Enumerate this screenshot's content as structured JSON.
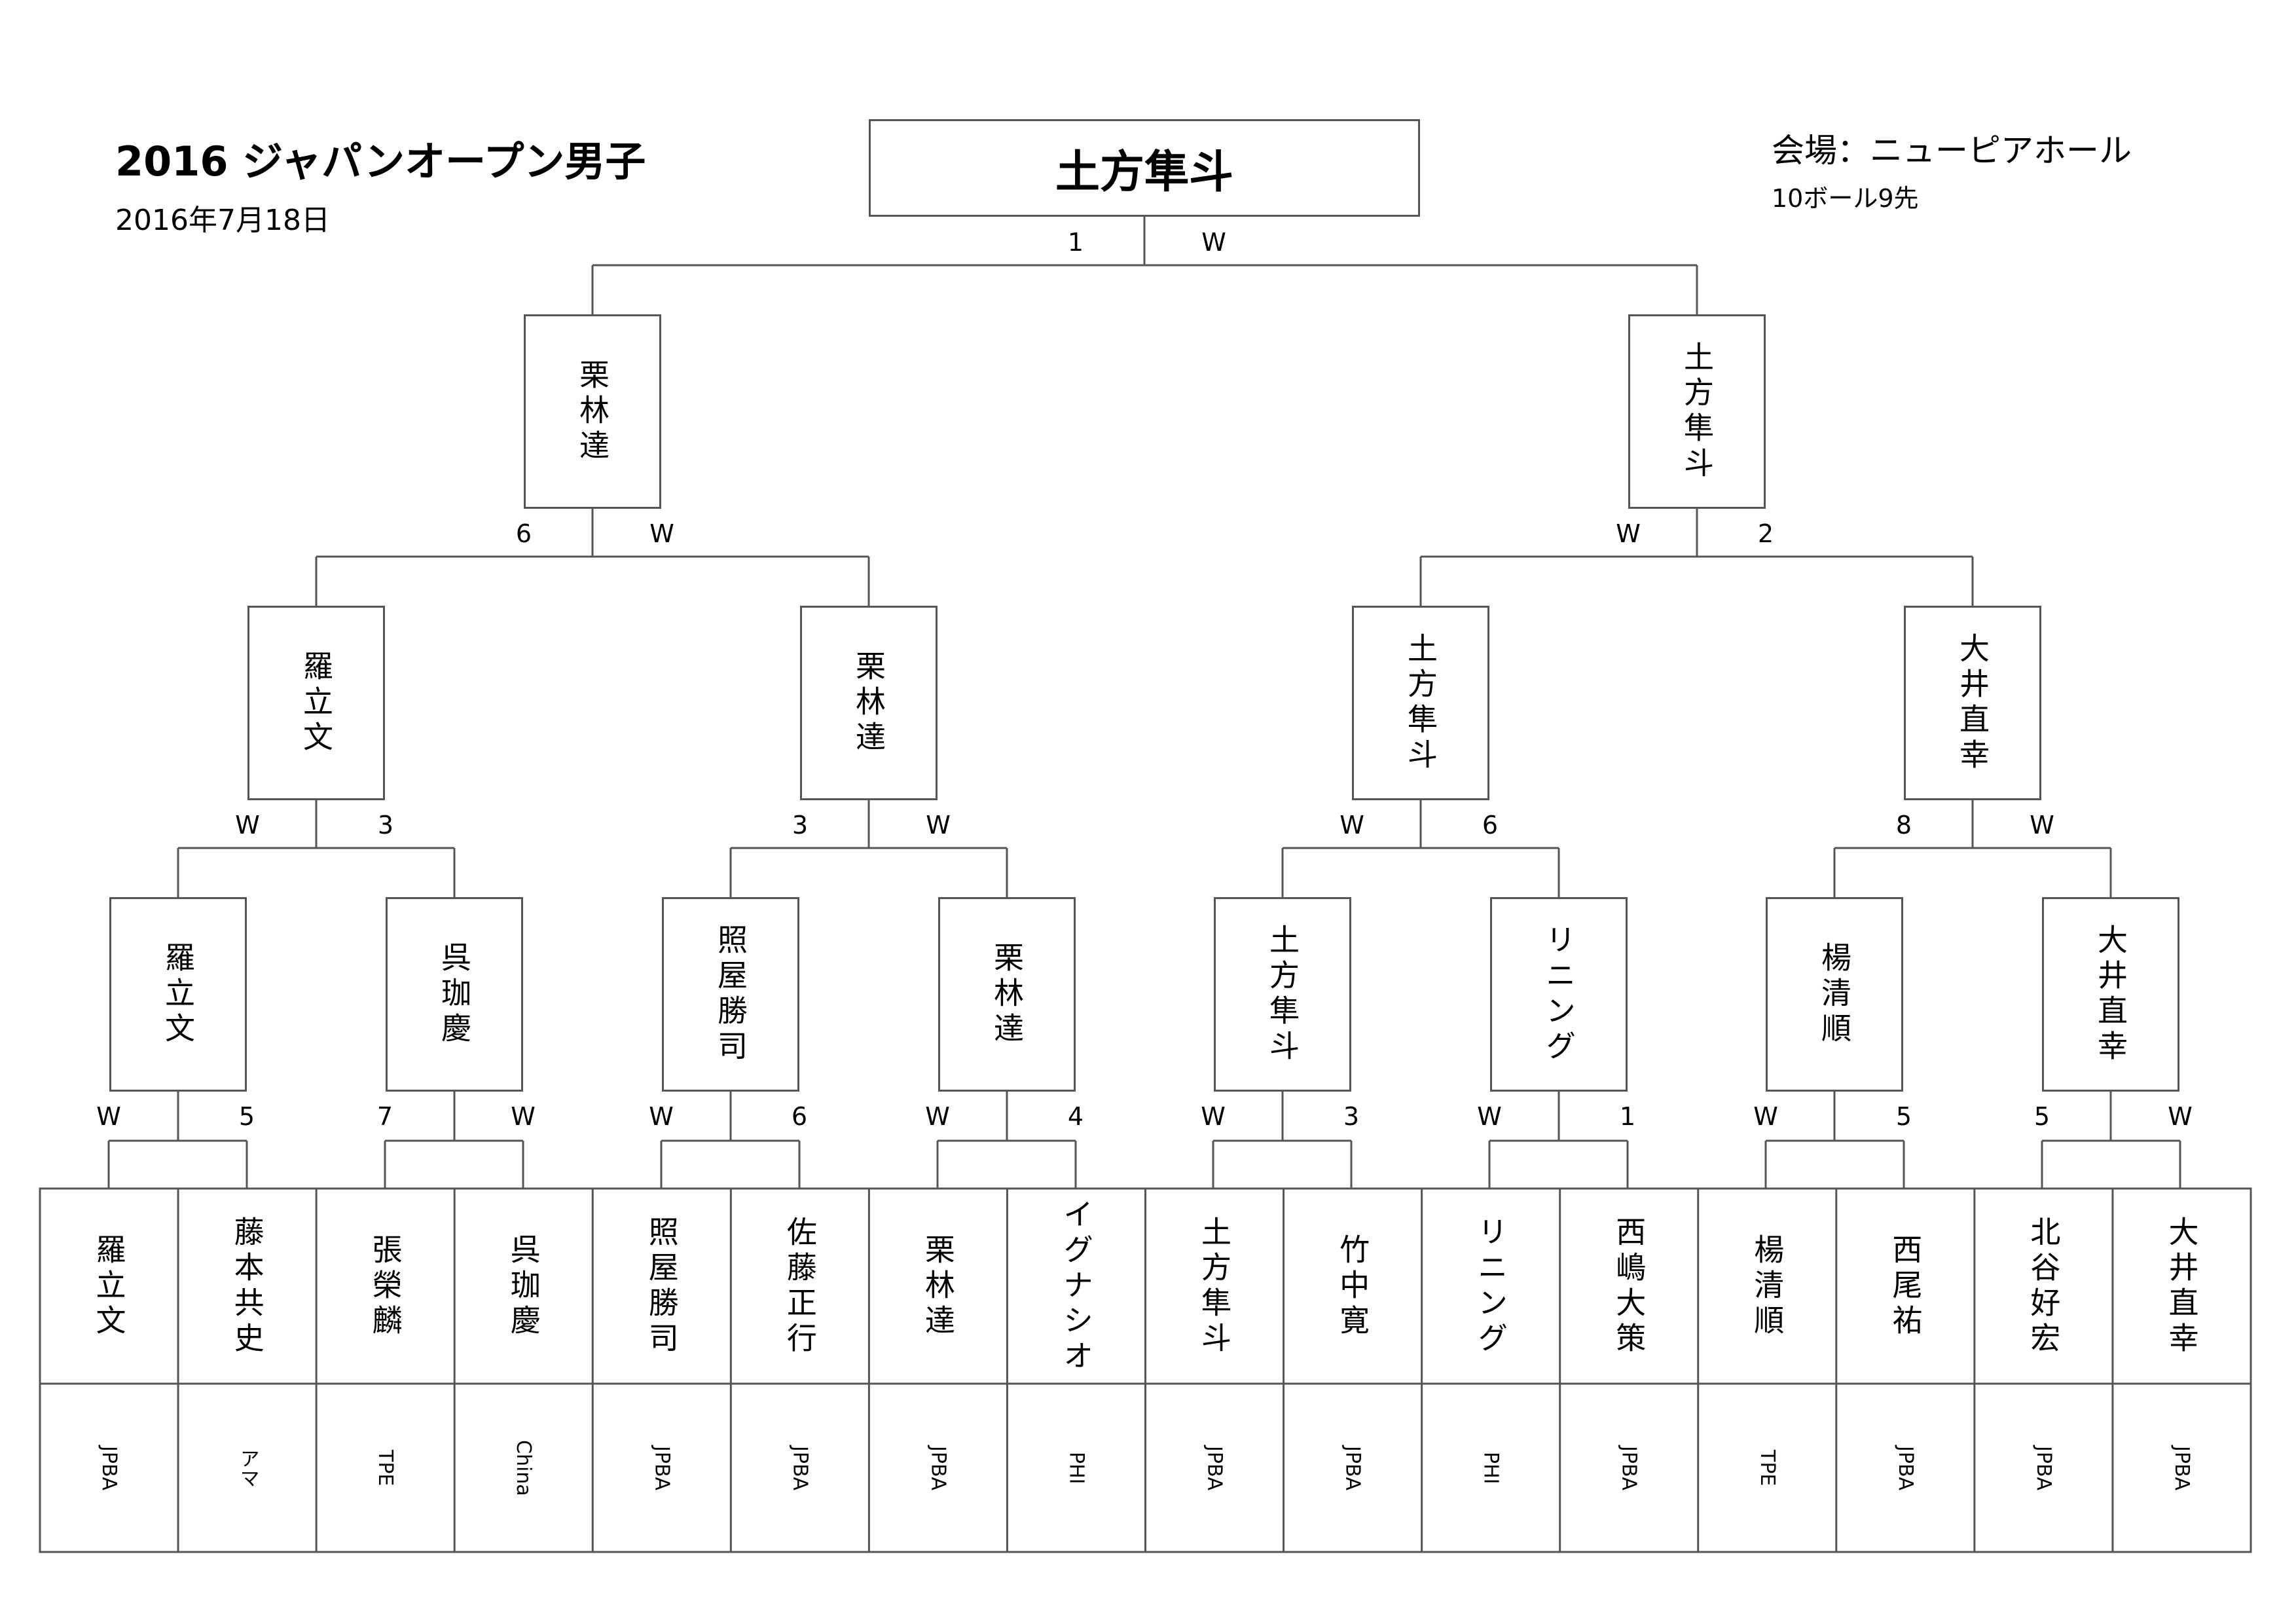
{
  "header": {
    "title": "2016 ジャパンオープン男子",
    "date": "2016年7月18日",
    "venue": "会場：ニューピアホール",
    "rule": "10ボール9先"
  },
  "champion": "土方隼斗",
  "final": {
    "left": "栗林達",
    "right": "土方隼斗",
    "score_left": "1",
    "score_right": "W"
  },
  "semis": [
    {
      "left": "羅立文",
      "right": "栗林達",
      "score_left": "6",
      "score_right": "W"
    },
    {
      "left": "土方隼斗",
      "right": "大井直幸",
      "score_left": "W",
      "score_right": "2"
    }
  ],
  "quarters": [
    {
      "left": "羅立文",
      "right": "呉珈慶",
      "score_left": "W",
      "score_right": "3"
    },
    {
      "left": "照屋勝司",
      "right": "栗林達",
      "score_left": "3",
      "score_right": "W"
    },
    {
      "left": "土方隼斗",
      "right": "リニング",
      "score_left": "W",
      "score_right": "6"
    },
    {
      "left": "楊清順",
      "right": "大井直幸",
      "score_left": "8",
      "score_right": "W"
    }
  ],
  "round1_scores": [
    {
      "left": "W",
      "right": "5"
    },
    {
      "left": "7",
      "right": "W"
    },
    {
      "left": "W",
      "right": "6"
    },
    {
      "left": "W",
      "right": "4"
    },
    {
      "left": "W",
      "right": "3"
    },
    {
      "left": "W",
      "right": "1"
    },
    {
      "left": "W",
      "right": "5"
    },
    {
      "left": "5",
      "right": "W"
    }
  ],
  "players": [
    {
      "name": "羅立文",
      "affiliation": "JPBA"
    },
    {
      "name": "藤本共史",
      "affiliation": "アマ"
    },
    {
      "name": "張榮麟",
      "affiliation": "TPE"
    },
    {
      "name": "呉珈慶",
      "affiliation": "China"
    },
    {
      "name": "照屋勝司",
      "affiliation": "JPBA"
    },
    {
      "name": "佐藤正行",
      "affiliation": "JPBA"
    },
    {
      "name": "栗林達",
      "affiliation": "JPBA"
    },
    {
      "name": "イグナシオ",
      "affiliation": "PHI"
    },
    {
      "name": "土方隼斗",
      "affiliation": "JPBA"
    },
    {
      "name": "竹中寛",
      "affiliation": "JPBA"
    },
    {
      "name": "リニング",
      "affiliation": "PHI"
    },
    {
      "name": "西嶋大策",
      "affiliation": "JPBA"
    },
    {
      "name": "楊清順",
      "affiliation": "TPE"
    },
    {
      "name": "西尾祐",
      "affiliation": "JPBA"
    },
    {
      "name": "北谷好宏",
      "affiliation": "JPBA"
    },
    {
      "name": "大井直幸",
      "affiliation": "JPBA"
    }
  ]
}
